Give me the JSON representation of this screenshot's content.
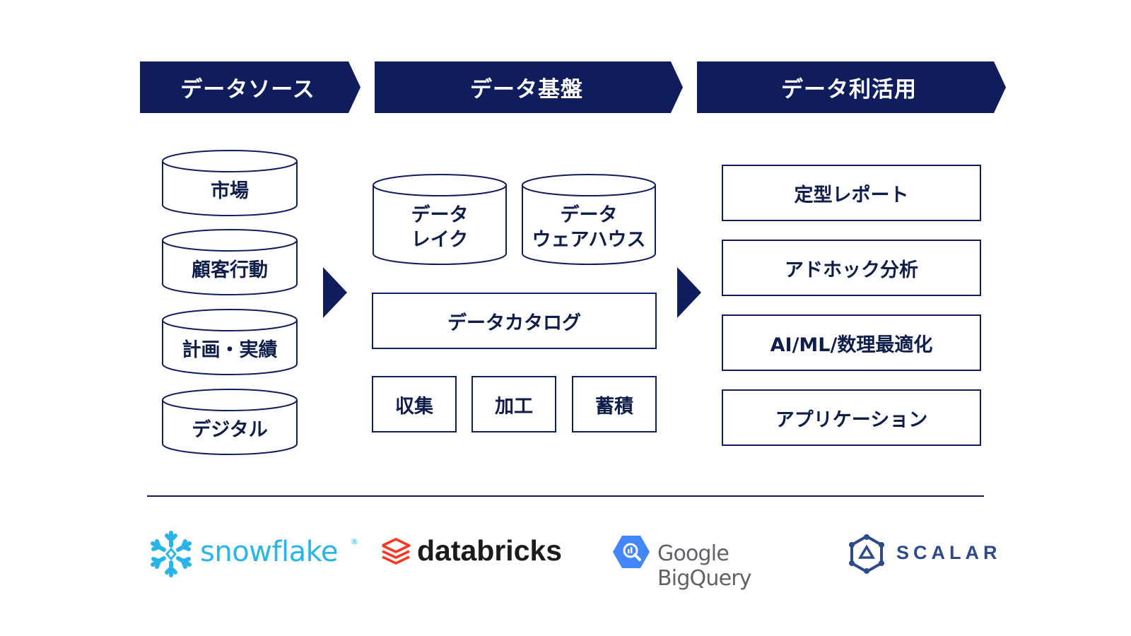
{
  "headers": [
    "データソース",
    "データ基盤",
    "データ利活用"
  ],
  "sources": [
    "市場",
    "顧客行動",
    "計画・実績",
    "デジタル"
  ],
  "platform": {
    "lake": [
      "データ",
      "レイク"
    ],
    "warehouse": [
      "データ",
      "ウェアハウス"
    ],
    "catalog": "データカタログ",
    "steps": [
      "収集",
      "加工",
      "蓄積"
    ]
  },
  "uses": [
    "定型レポート",
    "アドホック分析",
    "AI/ML/数理最適化",
    "アプリケーション"
  ],
  "logos": {
    "snowflake": "snowflake",
    "snowflake_mark": "®",
    "databricks": "databricks",
    "bigquery": "Google BigQuery",
    "scalar": "SCALAR"
  },
  "colors": {
    "navy": "#0f1d5c",
    "snowflake": "#29b5e8",
    "databricks": "#ff3621",
    "bigquery": "#4386fa",
    "scalar": "#2c4a8c"
  }
}
